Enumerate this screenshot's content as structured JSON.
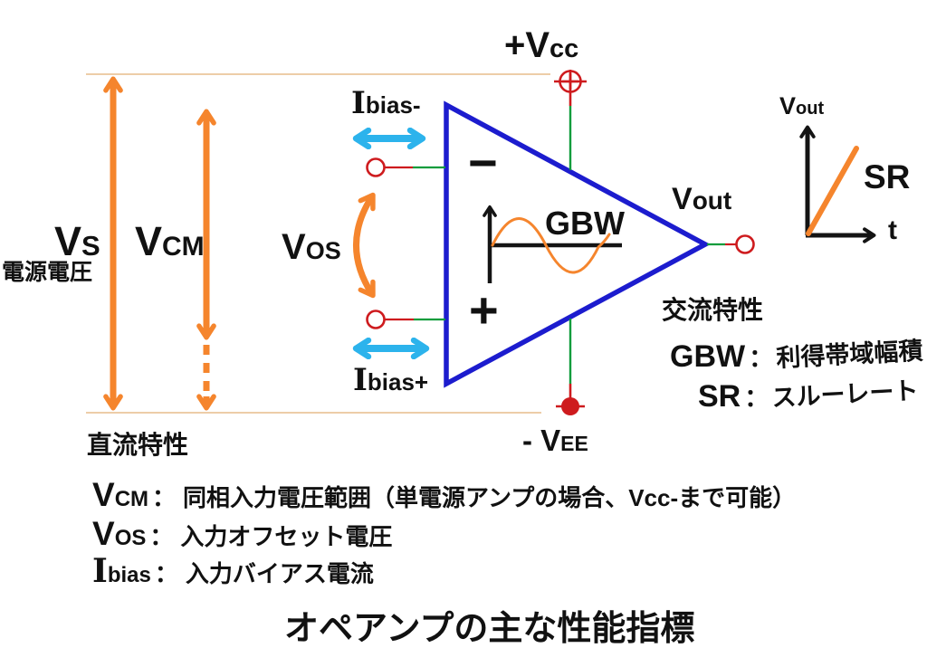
{
  "title": "オペアンプの主な性能指標",
  "colors": {
    "orange": "#F5852D",
    "cyan": "#2CB3EC",
    "blue": "#1C1CCE",
    "red": "#CE1B1E",
    "green": "#0E9C3C",
    "rail": "#EDCDA8",
    "text": "#111111"
  },
  "power": {
    "vcc": {
      "base": "+V",
      "sub": "cc"
    },
    "vee": {
      "base": "- V",
      "sub": "EE"
    }
  },
  "supply": {
    "vs": {
      "base": "V",
      "sub": "S"
    },
    "vs_caption": "電源電圧",
    "vcm": {
      "base": "V",
      "sub": "CM"
    }
  },
  "inputs": {
    "ibias_minus": {
      "base": "I",
      "sub": "bias-"
    },
    "ibias_plus": {
      "base": "I",
      "sub": "bias+"
    },
    "vos": {
      "base": "V",
      "sub": "OS"
    }
  },
  "op_amp": {
    "inverting_symbol": "−",
    "non_inverting_symbol": "+",
    "gbw_label": "GBW",
    "output": {
      "base": "V",
      "sub": "out"
    }
  },
  "sr_graph": {
    "y_axis": {
      "base": "V",
      "sub": "out"
    },
    "x_axis": "t",
    "curve": "SR"
  },
  "ac_section": {
    "heading": "交流特性",
    "items": [
      {
        "term": "GBW",
        "sep": "：",
        "definition": "利得帯域幅積"
      },
      {
        "term": "SR",
        "sep": "：",
        "definition": "スルーレート"
      }
    ]
  },
  "dc_section": {
    "heading": "直流特性",
    "items": [
      {
        "term_base": "V",
        "term_sub": "CM",
        "sep": "：",
        "definition": "同相入力電圧範囲（単電源アンプの場合、Vcc-まで可能）"
      },
      {
        "term_base": "V",
        "term_sub": "OS",
        "sep": "：",
        "definition": "入力オフセット電圧"
      },
      {
        "term_base": "I",
        "term_sub": "bias",
        "sep": "：",
        "definition": "入力バイアス電流"
      }
    ]
  }
}
